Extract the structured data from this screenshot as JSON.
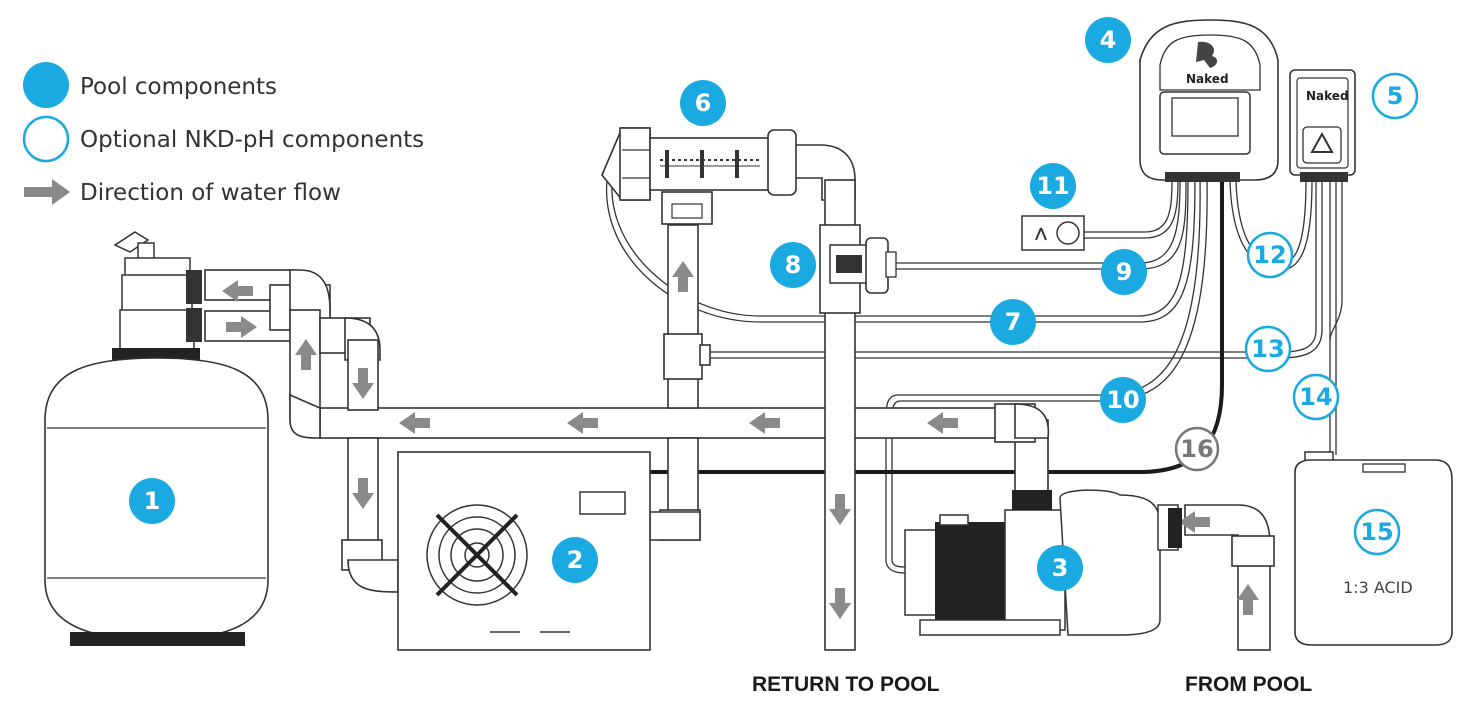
{
  "legend": {
    "pool_components": "Pool components",
    "optional_components": "Optional NKD-pH components",
    "water_flow": "Direction of water flow"
  },
  "colors": {
    "accent": "#1aa9e1",
    "arrow": "#8a8a8a",
    "outline": "#333333",
    "heater_cable": "#1a1a1a",
    "badge_16": "#777777"
  },
  "badges": {
    "b1": "1",
    "b2": "2",
    "b3": "3",
    "b4": "4",
    "b5": "5",
    "b6": "6",
    "b7": "7",
    "b8": "8",
    "b9": "9",
    "b10": "10",
    "b11": "11",
    "b12": "12",
    "b13": "13",
    "b14": "14",
    "b15": "15",
    "b16": "16"
  },
  "brand": {
    "controller": "Naked",
    "ph_unit": "Naked"
  },
  "tank_label": "1:3 ACID",
  "labels": {
    "return_to_pool": "RETURN TO POOL",
    "from_pool": "FROM POOL"
  }
}
